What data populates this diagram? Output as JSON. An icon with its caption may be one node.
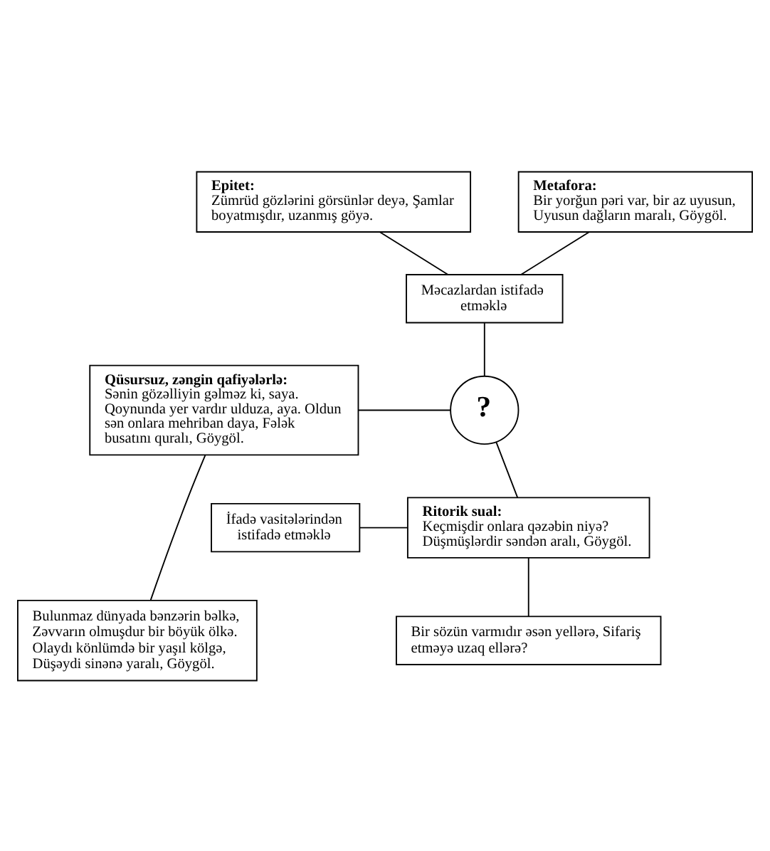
{
  "diagram": {
    "nodes": [
      {
        "text": [
          "Epitet:",
          "Zümrüd gözlərini görsünlər deyə, Şamlar boyatmışdır, uzanmış göyə."
        ]
      },
      {
        "text": [
          "Metafora:",
          "Bir yorğun pəri var, bir az uyusun, Uyusun dağların maralı, Göygöl."
        ]
      },
      {
        "text": [
          "Məcazlardan istifadə etməklə"
        ]
      },
      {
        "text": [
          "Qüsursuz, zəngin qafiyələrlə:",
          "Sənin gözəlliyin gəlməz ki, saya. Qoynunda yer vardır ulduza, aya. Oldun sən onlara mehriban daya, Fələk busatını quralı, Göygöl."
        ]
      },
      {
        "text": [
          "?"
        ]
      },
      {
        "text": [
          "Ritorik sual:",
          "Keçmişdir onlara qəzəbin niyə? Düşmüşlərdir səndən aralı, Göygöl."
        ]
      },
      {
        "text": [
          "İfadə vasitələrindən istifadə etməklə"
        ]
      },
      {
        "text": [
          "Bulunmaz dünyada bənzərin bəlkə, Zəvvarın olmuşdur bir böyük ölkə. Olaydı könlümdə bir yaşıl kölgə, Düşəydi sinənə yaralı, Göygöl."
        ]
      },
      {
        "text": [
          "Bir sözün varmıdır əsən yellərə, Sifariş etməyə uzaq ellərə?"
        ]
      }
    ],
    "edges": [
      {
        "from": 0,
        "to": 2,
        "arrow": "none"
      },
      {
        "from": 1,
        "to": 2,
        "arrow": "none"
      },
      {
        "from": 2,
        "to": 4,
        "arrow": "none"
      },
      {
        "from": 3,
        "to": 4,
        "arrow": "none"
      },
      {
        "from": 4,
        "to": 5,
        "arrow": "none"
      },
      {
        "from": 6,
        "to": 5,
        "arrow": "none"
      },
      {
        "from": 3,
        "to": 7,
        "arrow": "none"
      },
      {
        "from": 5,
        "to": 8,
        "arrow": "none"
      }
    ]
  }
}
